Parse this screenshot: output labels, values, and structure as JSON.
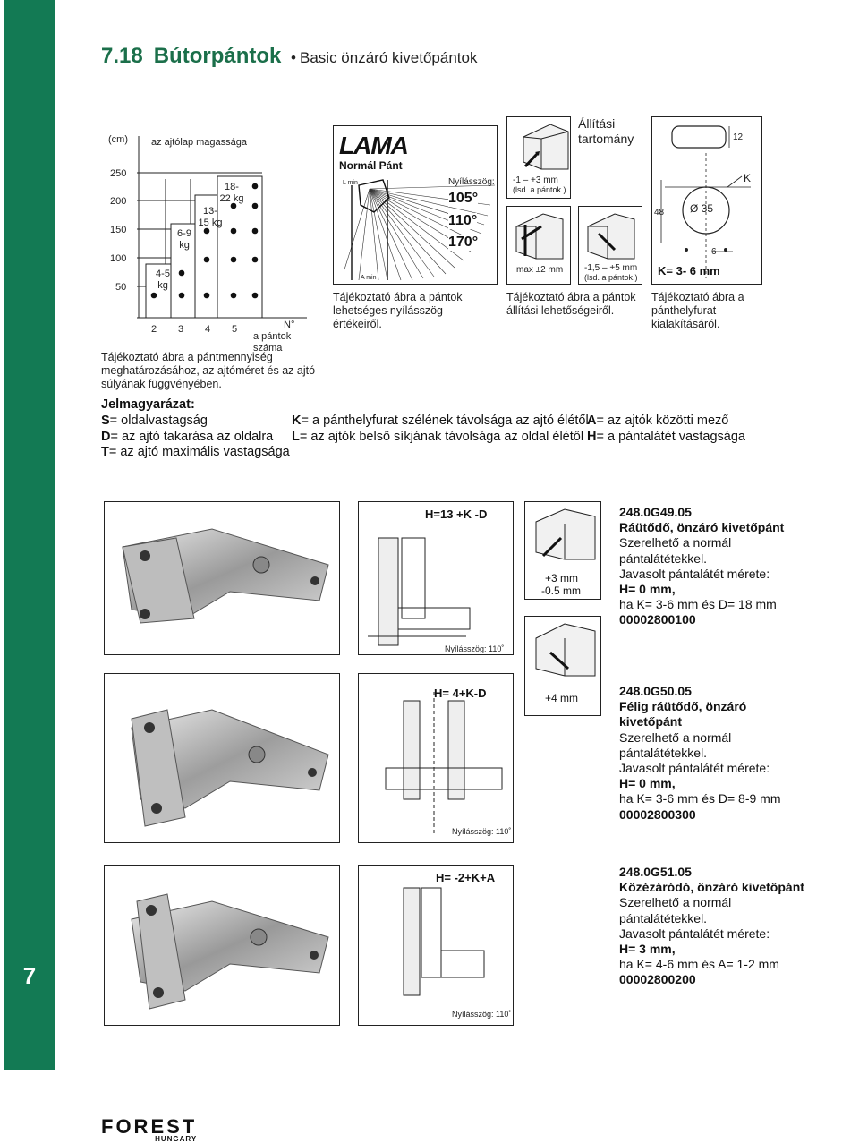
{
  "page": {
    "title_number": "7.18",
    "title_main": "Bútorpántok",
    "title_bullet": "•",
    "title_sub": "Basic önzáró kivetőpántok",
    "side_number": "7"
  },
  "chart": {
    "unit": "(cm)",
    "top_label": "az ajtólap magassága",
    "y_ticks": [
      "250",
      "200",
      "150",
      "100",
      "50"
    ],
    "x_ticks": [
      "2",
      "3",
      "4",
      "5"
    ],
    "x_symbol": "N°",
    "x_label": "a pántok száma",
    "weight_labels": [
      "4-5 kg",
      "6-9 kg",
      "13-15 kg",
      "18-22 kg"
    ],
    "caption": "Tájékoztató ábra a pántmennyiség meghatározásához, az ajtóméret és az ajtó súlyának függvényében."
  },
  "opening": {
    "logo": "LAMA",
    "subtitle": "Normál Pánt",
    "label": "Nyílásszög:",
    "angles": [
      "105°",
      "110°",
      "170°"
    ],
    "lmin": "L min",
    "amin": "A min",
    "caption": "Tájékoztató ábra a pántok lehetséges nyílásszög értékeiről."
  },
  "adjust": {
    "title": "Állítási tartomány",
    "v1": "-1 – +3 mm",
    "v1note": "(lsd. a pántok.)",
    "v2": "max ±2 mm",
    "v3": "-1,5 – +5 mm",
    "v3note": "(lsd. a pántok.)",
    "caption": "Tájékoztató ábra a pántok állítási lehetőségeiről."
  },
  "drill": {
    "dim_12": "12",
    "dim_k": "K",
    "dim_35": "Ø 35",
    "dim_48": "48",
    "dim_6": "6",
    "k_range": "K= 3- 6 mm",
    "caption": "Tájékoztató ábra a pánthelyfurat kialakításáról."
  },
  "legend": {
    "title": "Jelmagyarázat:",
    "items": [
      {
        "key": "S",
        "text": "= oldalvastagság"
      },
      {
        "key": "D",
        "text": "= az ajtó takarása az oldalra"
      },
      {
        "key": "T",
        "text": "= az ajtó maximális vastagsága"
      },
      {
        "key": "K",
        "text": "= a pánthelyfurat szélének távolsága az ajtó élétől"
      },
      {
        "key": "L",
        "text": "= az ajtók belső síkjának távolsága az oldal élétől"
      },
      {
        "key": "A",
        "text": "= az ajtók közötti mező"
      },
      {
        "key": "H",
        "text": "= a pántalátét vastagsága"
      }
    ]
  },
  "products": [
    {
      "formula": "H=13 +K -D",
      "adjust": "+3 mm",
      "adjust2": "-0.5 mm",
      "angle": "Nyílásszög: 110˚",
      "sku": "248.0G49.05",
      "name": "Ráütődő, önzáró kivetőpánt",
      "line1": "Szerelhető a normál",
      "line2": "pántalátétekkel.",
      "line3": "Javasolt pántalátét mérete:",
      "hval": "H= 0 mm,",
      "cond": "ha K= 3-6 mm és D= 18 mm",
      "code": "00002800100"
    },
    {
      "formula": "H= 4+K-D",
      "adjust": "+4 mm",
      "angle": "Nyílásszög: 110˚",
      "sku": "248.0G50.05",
      "name1": "Félig ráütődő, önzáró",
      "name2": "kivetőpánt",
      "line1": "Szerelhető a normál",
      "line2": "pántalátétekkel.",
      "line3": "Javasolt pántalátét mérete:",
      "hval": "H= 0 mm,",
      "cond": "ha K= 3-6 mm és D= 8-9 mm",
      "code": "00002800300"
    },
    {
      "formula": "H= -2+K+A",
      "angle": "Nyílásszög: 110˚",
      "sku": "248.0G51.05",
      "name": "Közézáródó, önzáró kivetőpánt",
      "line1": "Szerelhető a normál",
      "line2": "pántalátétekkel.",
      "line3": "Javasolt pántalátét mérete:",
      "hval": "H= 3 mm,",
      "cond": "ha K= 4-6 mm és A= 1-2 mm",
      "code": "00002800200"
    }
  ],
  "footer": {
    "brand": "FOREST",
    "country": "HUNGARY"
  }
}
